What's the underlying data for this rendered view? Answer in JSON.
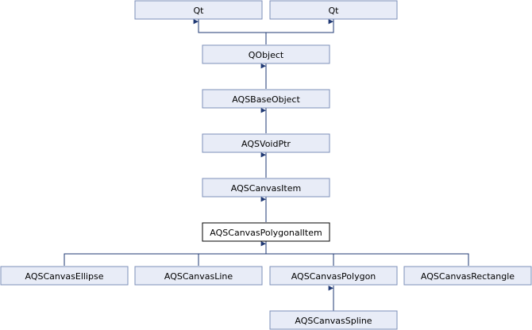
{
  "diagram": {
    "type": "class-inheritance-graph",
    "nodes": {
      "qt_left": {
        "label": "Qt"
      },
      "qt_right": {
        "label": "Qt"
      },
      "qobject": {
        "label": "QObject"
      },
      "aqs_base_object": {
        "label": "AQSBaseObject"
      },
      "aqs_void_ptr": {
        "label": "AQSVoidPtr"
      },
      "aqs_canvas_item": {
        "label": "AQSCanvasItem"
      },
      "aqs_canvas_polygonal_item": {
        "label": "AQSCanvasPolygonalItem"
      },
      "aqs_canvas_ellipse": {
        "label": "AQSCanvasEllipse"
      },
      "aqs_canvas_line": {
        "label": "AQSCanvasLine"
      },
      "aqs_canvas_polygon": {
        "label": "AQSCanvasPolygon"
      },
      "aqs_canvas_rectangle": {
        "label": "AQSCanvasRectangle"
      },
      "aqs_canvas_spline": {
        "label": "AQSCanvasSpline"
      }
    },
    "edges": [
      {
        "child": "qobject",
        "parent": "qt_left"
      },
      {
        "child": "qobject",
        "parent": "qt_right"
      },
      {
        "child": "aqs_base_object",
        "parent": "qobject"
      },
      {
        "child": "aqs_void_ptr",
        "parent": "aqs_base_object"
      },
      {
        "child": "aqs_canvas_item",
        "parent": "aqs_void_ptr"
      },
      {
        "child": "aqs_canvas_polygonal_item",
        "parent": "aqs_canvas_item"
      },
      {
        "child": "aqs_canvas_ellipse",
        "parent": "aqs_canvas_polygonal_item"
      },
      {
        "child": "aqs_canvas_line",
        "parent": "aqs_canvas_polygonal_item"
      },
      {
        "child": "aqs_canvas_polygon",
        "parent": "aqs_canvas_polygonal_item"
      },
      {
        "child": "aqs_canvas_rectangle",
        "parent": "aqs_canvas_polygonal_item"
      },
      {
        "child": "aqs_canvas_spline",
        "parent": "aqs_canvas_polygon"
      }
    ],
    "colors": {
      "node_fill": "#e8ecf7",
      "node_border": "#7d8fb8",
      "current_node_fill": "#ffffff",
      "current_node_border": "#000000",
      "edge": "#1f3873"
    }
  }
}
